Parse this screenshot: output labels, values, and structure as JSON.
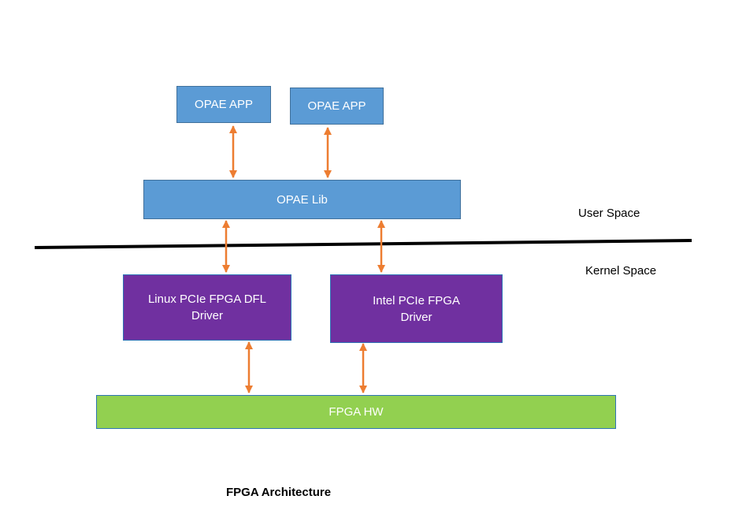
{
  "diagram": {
    "app_1": "OPAE APP",
    "app_2": "OPAE APP",
    "lib": "OPAE Lib",
    "user_space": "User Space",
    "kernel_space": "Kernel Space",
    "linux_driver": "Linux PCIe FPGA DFL\nDriver",
    "intel_driver": "Intel PCIe FPGA\nDriver",
    "hw": "FPGA HW",
    "caption": "FPGA Architecture"
  },
  "colors": {
    "app_fill": "#5b9bd5",
    "driver_fill": "#7030a0",
    "hw_fill": "#92d050",
    "arrow": "#ed7d31",
    "divider": "#000000"
  }
}
